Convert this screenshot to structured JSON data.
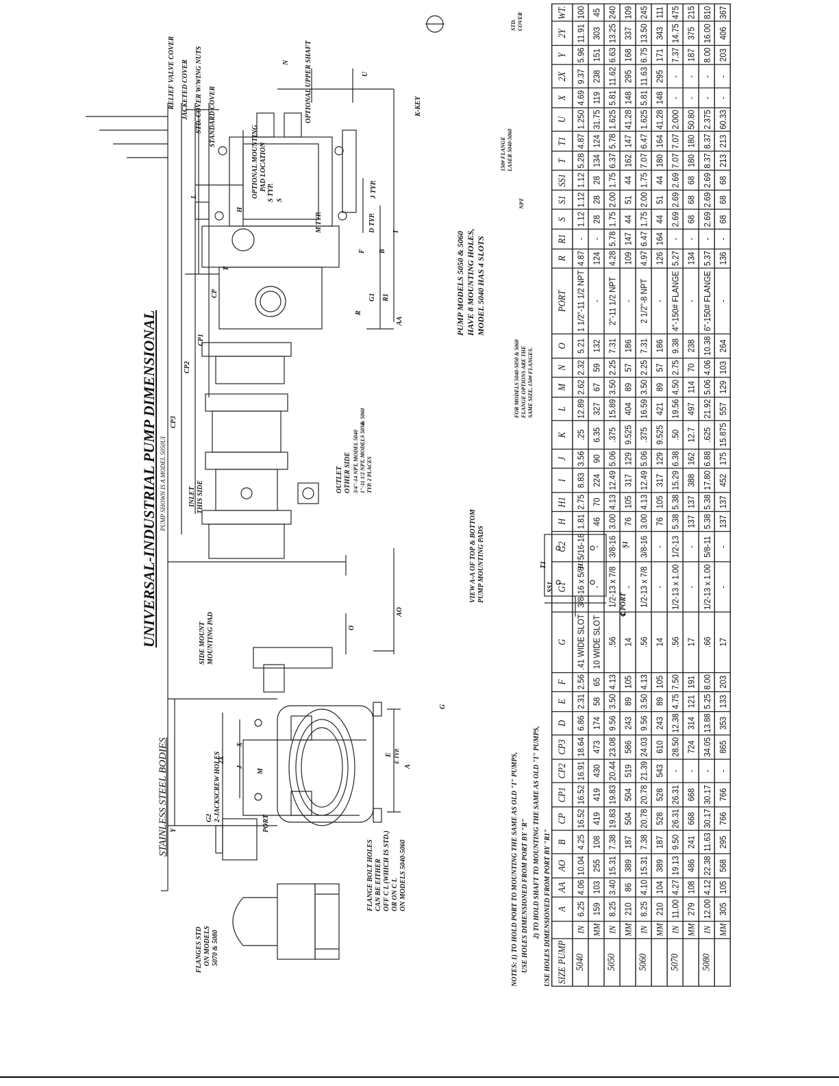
{
  "title": "UNIVERSAL-INDUSTRIAL PUMP DIMENSIONAL",
  "subtitle_material": "STAINLESS STEEL BODIES",
  "subtitle_model": "PUMP SHOWN IS A MODEL 5050UI",
  "callouts": {
    "flanges_std": "FLANGES STD",
    "flanges_std_2": "ON MODELS",
    "flanges_std_3": "5070 & 5080",
    "g2": "G2",
    "jackscrew": "2-JACKSCREW HOLES",
    "port": "PORT",
    "flange_bolt_1": "FLANGE BOLT HOLES",
    "flange_bolt_2": "CAN BE EITHER",
    "flange_bolt_3": "OFF C L (WHICH IS STD.)",
    "flange_bolt_4": "OR ON C  L",
    "flange_bolt_5": "ON MODELS 5040-5060",
    "side_mount_1": "SIDE MOUNT",
    "side_mount_2": "MOUNTING PAD",
    "g": "G",
    "inlet_1": "INLET",
    "inlet_2": "THIS SIDE",
    "outlet_1": "OUTLET",
    "outlet_2": "OTHER SIDE",
    "outlet_3": "3/4\"-14 NPT, MODEL 5040",
    "outlet_4": "1\"-11 1/2 NPT, MODELS 5050",
    "outlet_5": "TYP. 2 PLACES",
    "outlet_6": "& 5060",
    "view_aa_1": "VIEW A-A OF TOP & BOTTOM",
    "view_aa_2": "PUMP MOUNTING PADS",
    "port_cl": "℄ PORT",
    "relief": "RELIEF VALVE COVER",
    "jacketed": "JACKETED COVER",
    "std_wing": "STD. COVER W/WING NUTS",
    "standard": "STANDARD COVER",
    "opt_pad_1": "OPTIONAL MOUNTING",
    "opt_pad_2": "PAD LOCATION",
    "opt_shaft": "OPTIONAL UPPER SHAFT",
    "kkey": "K-KEY",
    "m_typ": "M TYP.",
    "d_typ": "D TYP.",
    "j_typ": "J TYP.",
    "s_typ": "S TYP.",
    "g1": "G1",
    "pm_1": "PUMP MODELS 5050 & 5060",
    "pm_2": "HAVE 8 MOUNTING HOLES,",
    "pm_3": "MODEL 5040 HAS 4 SLOTS",
    "flange_opt_1": "FOR MODELS 5040-5050 & 5060",
    "flange_opt_2": "FLANGE OPTIONS ARE THE",
    "flange_opt_3": "SAME SIZE, 150# FLANGES.",
    "flange150_1": "150# FLANGE",
    "flange150_2": "LASER 5040-5060",
    "npt": "NPT",
    "std_cover_1": "STD.",
    "std_cover_2": "COVER",
    "e_typ": "E TYP."
  },
  "dims": {
    "A": "A",
    "J": "J",
    "X": "X",
    "M": "M",
    "X2": "2X",
    "Y": "Y",
    "E": "E",
    "AO": "AO",
    "O": "O",
    "CP3": "CP3",
    "CP2": "CP2",
    "CP1": "CP1",
    "CP": "CP",
    "L": "L",
    "T": "T",
    "H": "H",
    "N": "N",
    "U": "U",
    "D": "D",
    "I": "I",
    "B": "B",
    "F": "F",
    "R": "R",
    "R1": "R1",
    "AA": "AA",
    "S": "S",
    "H1": "H1",
    "T1": "T1",
    "S1": "S1",
    "SS1": "SS1"
  },
  "notes": {
    "n1": "NOTES: 1) TO HOLD PORT TO MOUNTING THE SAME AS OLD \"I\" PUMPS,",
    "n1b": "USE HOLES DIMENSIONED FROM PORT BY \"R\"",
    "n2": "2) TO HOLD SHAFT TO MOUNTING THE SAME AS OLD \"I\" PUMPS,",
    "n2b": "USE HOLES DIMENSIONED FROM PORT BY \"R1\""
  },
  "table": {
    "headers": [
      "SIZE PUMP",
      "",
      "A",
      "AA",
      "AO",
      "B",
      "CP",
      "CP1",
      "CP2",
      "CP3",
      "D",
      "E",
      "F",
      "G",
      "G1",
      "G2",
      "H",
      "H1",
      "I",
      "J",
      "K",
      "L",
      "M",
      "N",
      "O",
      "PORT",
      "R",
      "R1",
      "S",
      "S1",
      "SS1",
      "T",
      "T1",
      "U",
      "X",
      "2X",
      "Y",
      "2Y",
      "WT."
    ],
    "rows": [
      {
        "size": "5040",
        "unit": "IN",
        "cells": [
          "6.25",
          "4.06",
          "10.04",
          "4.25",
          "16.52",
          "16.52",
          "16.91",
          "18.64",
          "6.86",
          "2.31",
          "2.56",
          ".41 WIDE SLOT",
          "3/8-16 x 5/8",
          "5/16-18",
          "1.81",
          "2.75",
          "8.83",
          "3.56",
          ".25",
          "12.89",
          "2.62",
          "2.32",
          "5.21",
          "1 1/2\"-11 1/2 NPT",
          "4.87",
          "-",
          "1.12",
          "1.12",
          "1.12",
          "5.28",
          "4.87",
          "1.250",
          "4.69",
          "9.37",
          "5.96",
          "11.91",
          "100"
        ]
      },
      {
        "size": "",
        "unit": "MM",
        "cells": [
          "159",
          "103",
          "255",
          "108",
          "419",
          "419",
          "430",
          "473",
          "174",
          "58",
          "65",
          "10 WIDE SLOT",
          "-",
          "-",
          "46",
          "70",
          "224",
          "90",
          "6.35",
          "327",
          "67",
          "59",
          "132",
          "-",
          "124",
          "-",
          "28",
          "28",
          "28",
          "134",
          "124",
          "31.75",
          "119",
          "238",
          "151",
          "303",
          "45"
        ]
      },
      {
        "size": "5050",
        "unit": "IN",
        "cells": [
          "8.25",
          "3.40",
          "15.31",
          "7.38",
          "19.83",
          "19.83",
          "20.44",
          "23.08",
          "9.56",
          "3.50",
          "4.13",
          ".56",
          "1/2-13 x 7/8",
          "3/8-16",
          "3.00",
          "4.13",
          "12.49",
          "5.06",
          ".375",
          "15.89",
          "3.50",
          "2.25",
          "7.31",
          "2\"-11 1/2 NPT",
          "4.28",
          "5.78",
          "1.75",
          "2.00",
          "1.75",
          "6.37",
          "5.78",
          "1.625",
          "5.81",
          "11.62",
          "6.63",
          "13.25",
          "240"
        ]
      },
      {
        "size": "",
        "unit": "MM",
        "cells": [
          "210",
          "86",
          "389",
          "187",
          "504",
          "504",
          "519",
          "586",
          "243",
          "89",
          "105",
          "14",
          "-",
          "-",
          "76",
          "105",
          "317",
          "129",
          "9.525",
          "404",
          "89",
          "57",
          "186",
          "-",
          "109",
          "147",
          "44",
          "51",
          "44",
          "162",
          "147",
          "41.28",
          "148",
          "295",
          "168",
          "337",
          "109"
        ]
      },
      {
        "size": "5060",
        "unit": "IN",
        "cells": [
          "8.25",
          "4.10",
          "15.31",
          "7.38",
          "20.78",
          "20.78",
          "21.39",
          "24.03",
          "9.56",
          "3.50",
          "4.13",
          ".56",
          "1/2-13 x 7/8",
          "3/8-16",
          "3.00",
          "4.13",
          "12.49",
          "5.06",
          ".375",
          "16.59",
          "3.50",
          "2.25",
          "7.31",
          "2 1/2\"-8 NPT",
          "4.97",
          "6.47",
          "1.75",
          "2.00",
          "1.75",
          "7.07",
          "6.47",
          "1.625",
          "5.81",
          "11.63",
          "6.75",
          "13.50",
          "245"
        ]
      },
      {
        "size": "",
        "unit": "MM",
        "cells": [
          "210",
          "104",
          "389",
          "187",
          "528",
          "528",
          "543",
          "610",
          "243",
          "89",
          "105",
          "14",
          "-",
          "-",
          "76",
          "105",
          "317",
          "129",
          "9.525",
          "421",
          "89",
          "57",
          "186",
          "-",
          "126",
          "164",
          "44",
          "51",
          "44",
          "180",
          "164",
          "41.28",
          "148",
          "295",
          "171",
          "343",
          "111"
        ]
      },
      {
        "size": "5070",
        "unit": "IN",
        "cells": [
          "11.00",
          "4.27",
          "19.13",
          "9.50",
          "26.31",
          "26.31",
          "-",
          "28.50",
          "12.38",
          "4.75",
          "7.50",
          ".56",
          "1/2-13 x 1.00",
          "1/2-13",
          "5.38",
          "5.38",
          "15.29",
          "6.38",
          ".50",
          "19.56",
          "4.50",
          "2.75",
          "9.38",
          "4\"-150# FLANGE",
          "5.27",
          "-",
          "2.69",
          "2.69",
          "2.69",
          "7.07",
          "7.07",
          "2.000",
          "-",
          "-",
          "7.37",
          "14.75",
          "475"
        ]
      },
      {
        "size": "",
        "unit": "MM",
        "cells": [
          "279",
          "108",
          "486",
          "241",
          "668",
          "668",
          "-",
          "724",
          "314",
          "121",
          "191",
          "17",
          "-",
          "-",
          "137",
          "137",
          "388",
          "162",
          "12.7",
          "497",
          "114",
          "70",
          "238",
          "-",
          "134",
          "-",
          "68",
          "68",
          "68",
          "180",
          "180",
          "50.80",
          "-",
          "-",
          "187",
          "375",
          "215"
        ]
      },
      {
        "size": "5080",
        "unit": "IN",
        "cells": [
          "12.00",
          "4.12",
          "22.38",
          "11.63",
          "30.17",
          "30.17",
          "-",
          "34.05",
          "13.88",
          "5.25",
          "8.00",
          ".66",
          "1/2-13 x 1.00",
          "5/8-11",
          "5.38",
          "5.38",
          "17.80",
          "6.88",
          ".625",
          "21.92",
          "5.06",
          "4.06",
          "10.38",
          "6\"-150# FLANGE",
          "5.37",
          "-",
          "2.69",
          "2.69",
          "2.69",
          "8.37",
          "8.37",
          "2.375",
          "-",
          "-",
          "8.00",
          "16.00",
          "810"
        ]
      },
      {
        "size": "",
        "unit": "MM",
        "cells": [
          "305",
          "105",
          "568",
          "295",
          "766",
          "766",
          "-",
          "865",
          "353",
          "133",
          "203",
          "17",
          "-",
          "-",
          "137",
          "137",
          "452",
          "175",
          "15.875",
          "557",
          "129",
          "103",
          "264",
          "-",
          "136",
          "-",
          "68",
          "68",
          "68",
          "213",
          "213",
          "60.33",
          "-",
          "-",
          "203",
          "406",
          "367"
        ]
      }
    ]
  }
}
